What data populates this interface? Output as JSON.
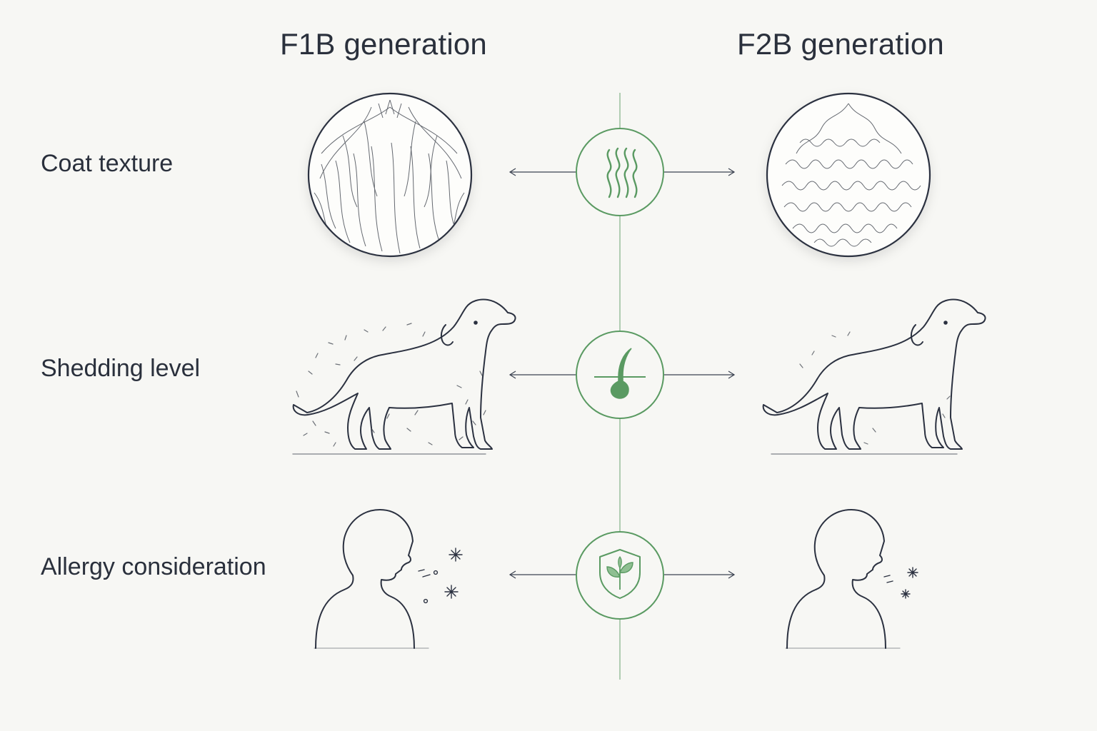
{
  "columns": {
    "left_title": "F1B generation",
    "right_title": "F2B generation"
  },
  "rows": [
    {
      "label": "Coat texture",
      "icon": "wavy-hair-icon"
    },
    {
      "label": "Shedding level",
      "icon": "hair-follicle-icon"
    },
    {
      "label": "Allergy consideration",
      "icon": "shield-leaf-icon"
    }
  ],
  "colors": {
    "text": "#2a303c",
    "accent_green": "#5a9a62",
    "line_gray": "#3b4250",
    "background": "#f7f7f4"
  }
}
